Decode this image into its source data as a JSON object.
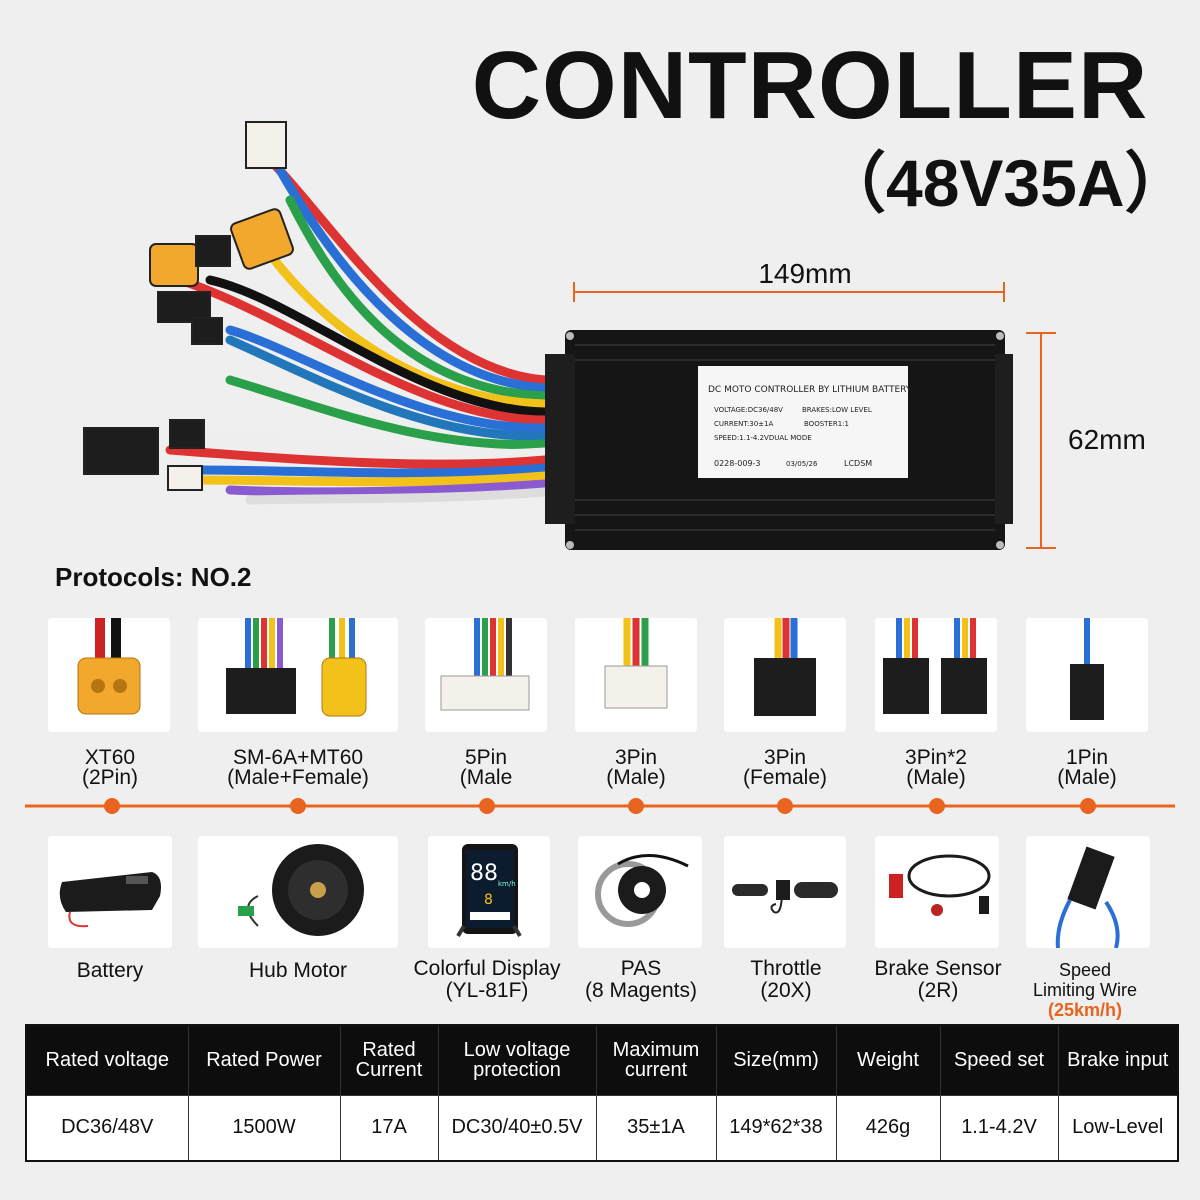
{
  "header": {
    "title": "CONTROLLER",
    "subtitle": "（48V35A）"
  },
  "dimensions": {
    "width": "149mm",
    "height": "62mm"
  },
  "product_label": {
    "line1": "DC MOTO CONTROLLER BY LITHIUM BATTERY",
    "voltage": "VOLTAGE:DC36/48V",
    "brakes": "BRAKES:LOW LEVEL",
    "current": "CURRENT:30±1A",
    "booster": "BOOSTER1:1",
    "speed": "SPEED:1.1-4.2VDUAL MODE",
    "code": "0228-009-3",
    "date": "03/05/26",
    "brand": "LCDSM"
  },
  "protocols": "Protocols: NO.2",
  "connectors": [
    {
      "name": "XT60",
      "detail": "(2Pin)"
    },
    {
      "name": "SM-6A+MT60",
      "detail": "(Male+Female)"
    },
    {
      "name": "5Pin",
      "detail": "(Male"
    },
    {
      "name": "3Pin",
      "detail": "(Male)"
    },
    {
      "name": "3Pin",
      "detail": "(Female)"
    },
    {
      "name": "3Pin*2",
      "detail": "(Male)"
    },
    {
      "name": "1Pin",
      "detail": "(Male)"
    }
  ],
  "devices": [
    {
      "name": "Battery",
      "detail": ""
    },
    {
      "name": "Hub Motor",
      "detail": ""
    },
    {
      "name": "Colorful Display",
      "detail": "(YL-81F)"
    },
    {
      "name": "PAS",
      "detail": "(8 Magents)"
    },
    {
      "name": "Throttle",
      "detail": "(20X)"
    },
    {
      "name": "Brake Sensor",
      "detail": "(2R)"
    },
    {
      "name": "Speed",
      "detail": "Limiting Wire",
      "note": "(25km/h)"
    }
  ],
  "display_readout": {
    "top": "88",
    "unit": "km/h",
    "gear": "8"
  },
  "specs": {
    "headers": [
      "Rated voltage",
      "Rated Power",
      "Rated Current",
      "Low voltage protection",
      "Maximum current",
      "Size(mm)",
      "Weight",
      "Speed set",
      "Brake input"
    ],
    "values": [
      "DC36/48V",
      "1500W",
      "17A",
      "DC30/40±0.5V",
      "35±1A",
      "149*62*38",
      "426g",
      "1.1-4.2V",
      "Low-Level"
    ]
  },
  "colors": {
    "accent": "#e8641f",
    "table_header": "#0d0d0d",
    "controller_body": "#151515"
  }
}
